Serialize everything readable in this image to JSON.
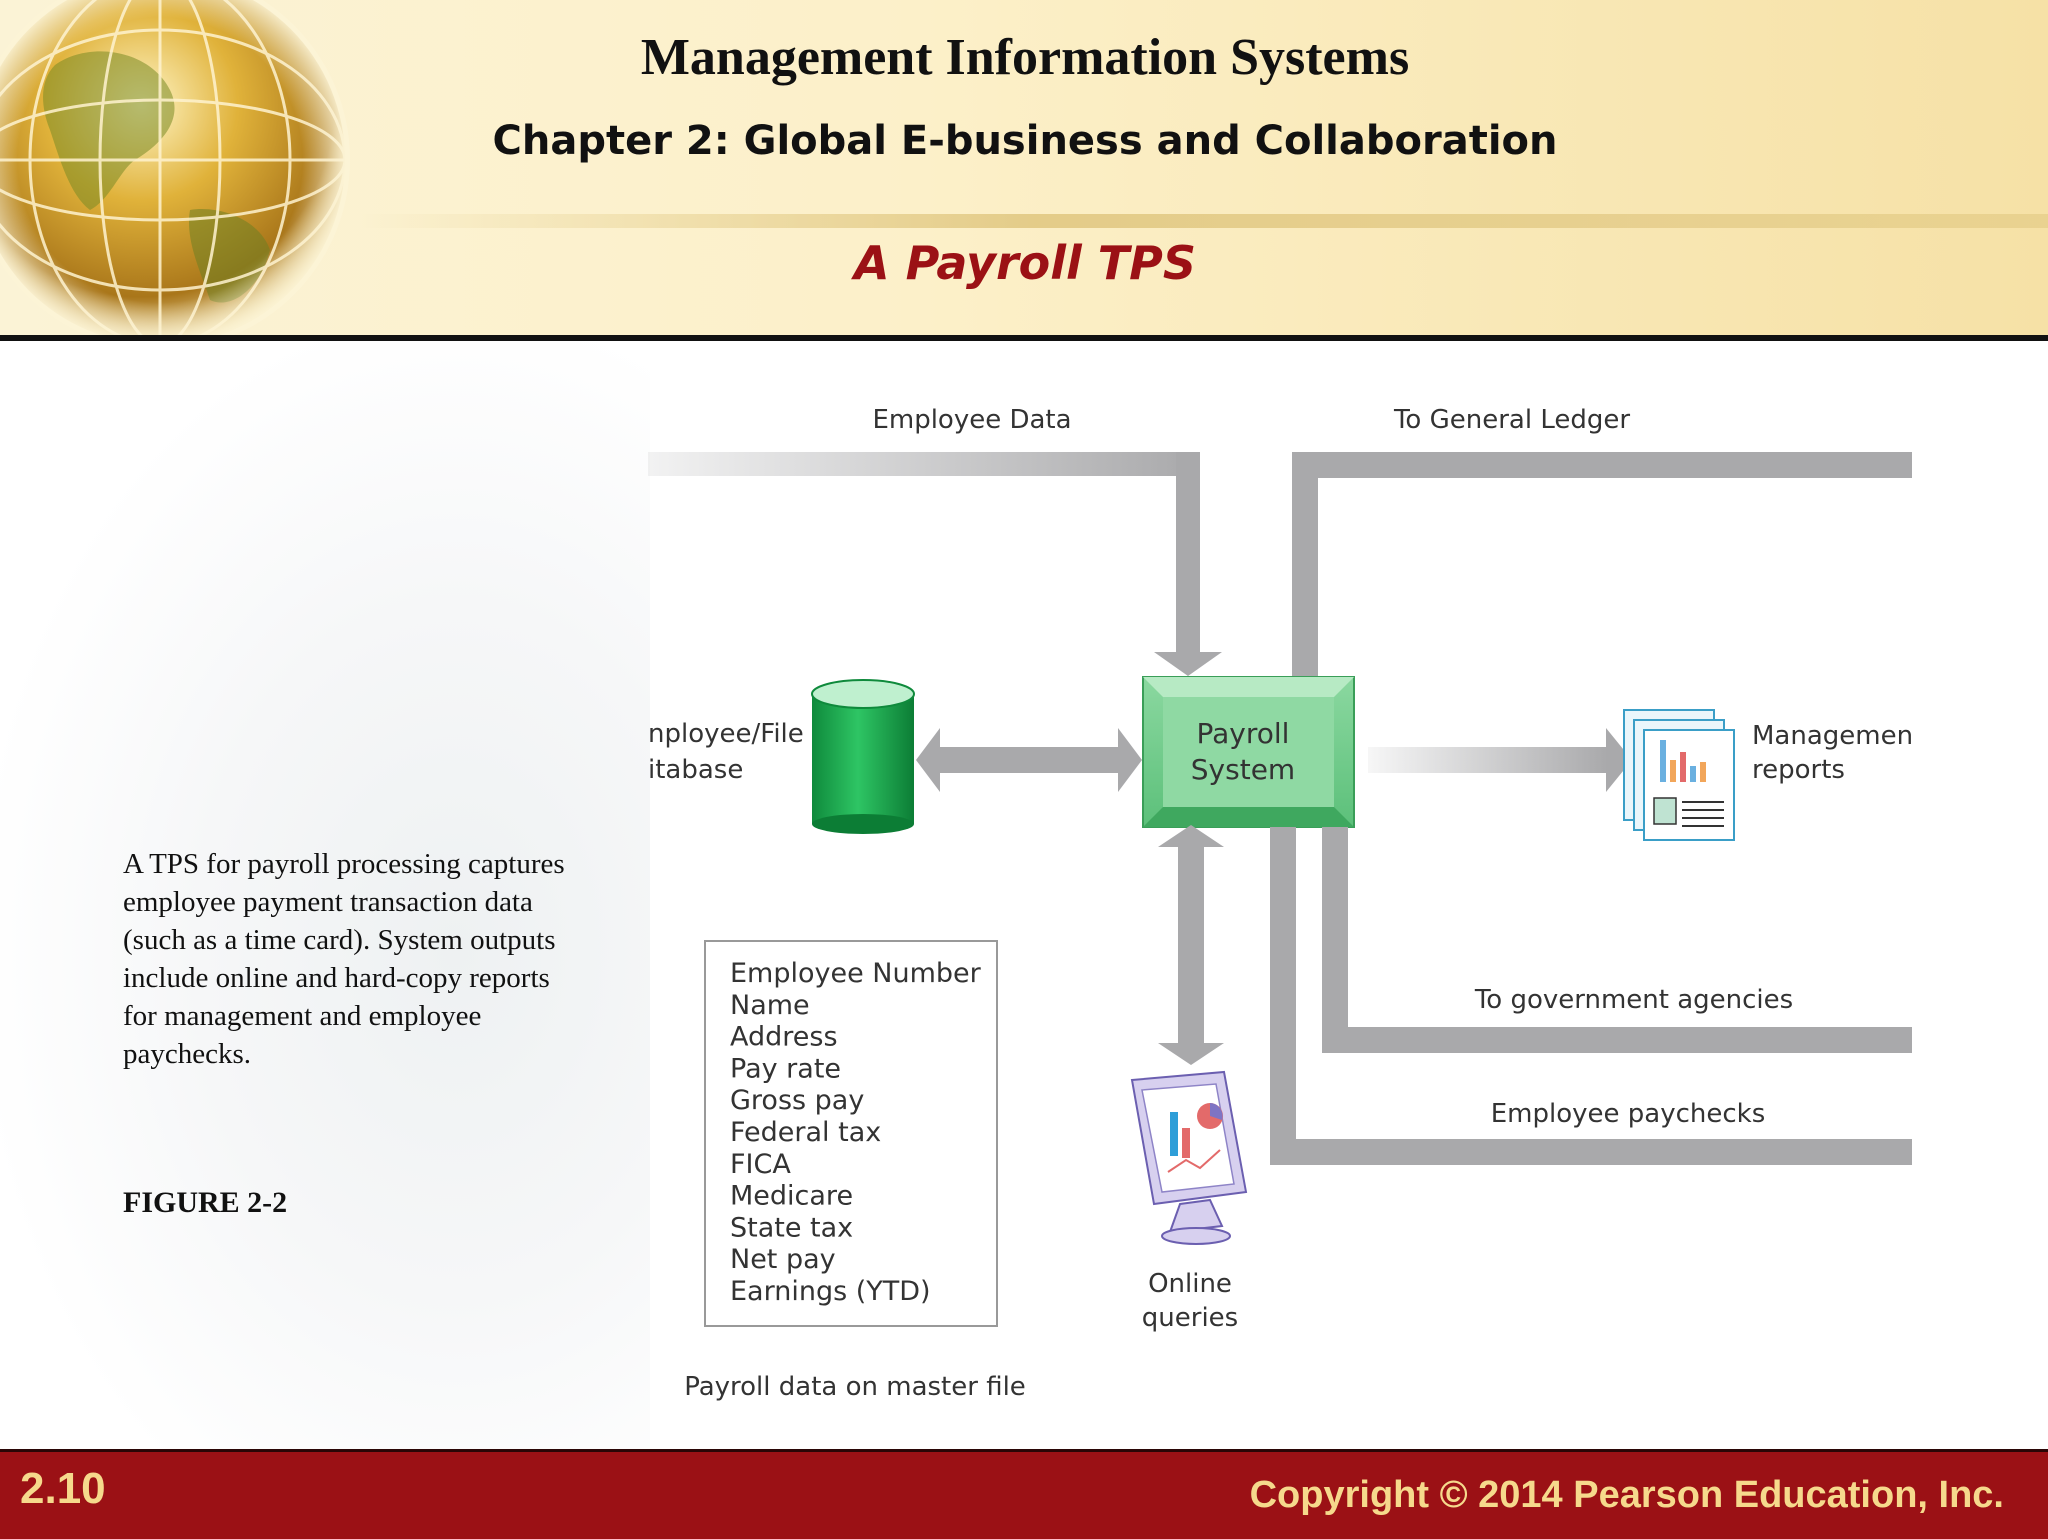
{
  "header": {
    "title": "Management Information Systems",
    "chapter": "Chapter 2: Global E-business and Collaboration",
    "slide_title": "A Payroll TPS"
  },
  "diagram": {
    "flow_employee_data": "Employee Data",
    "flow_general_ledger": "To General Ledger",
    "database_label_line1": "nployee/File",
    "database_label_line2": "itabase",
    "payroll_system_line1": "Payroll",
    "payroll_system_line2": "System",
    "reports_label_line1": "Managemen",
    "reports_label_line2": "reports",
    "flow_government": "To government agencies",
    "flow_paychecks": "Employee paychecks",
    "queries_label_line1": "Online",
    "queries_label_line2": "queries",
    "master_file_fields": [
      "Employee Number",
      "Name",
      "Address",
      "Pay rate",
      "Gross pay",
      "Federal tax",
      "FICA",
      "Medicare",
      "State tax",
      "Net pay",
      "Earnings (YTD)"
    ],
    "master_file_caption": "Payroll data on master file"
  },
  "caption": "A TPS for payroll processing captures employee payment transaction data (such as a time card). System outputs include online and hard-copy reports for management and employee paychecks.",
  "figure_label": "FIGURE 2-2",
  "footer": {
    "slide_number": "2.10",
    "copyright": "Copyright © 2014 Pearson Education, Inc."
  },
  "colors": {
    "accent_red": "#9b1115",
    "footer_text": "#f6d98c",
    "payroll_green": "#5cc07a",
    "database_green": "#15a14a",
    "flow_gray": "#a9a9ab"
  }
}
